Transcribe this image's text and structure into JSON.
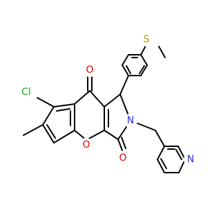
{
  "molecule": {
    "atoms": {
      "s": "S",
      "cl": "Cl",
      "o_top": "O",
      "o_ring": "O",
      "o_lower": "O",
      "n_ring": "N",
      "n_pyridine": "N"
    },
    "colors": {
      "bond": "#000000",
      "s": "#b3a100",
      "cl": "#1fa81f",
      "o": "#e00000",
      "n": "#2f2fd8",
      "background": "#ffffff"
    }
  }
}
